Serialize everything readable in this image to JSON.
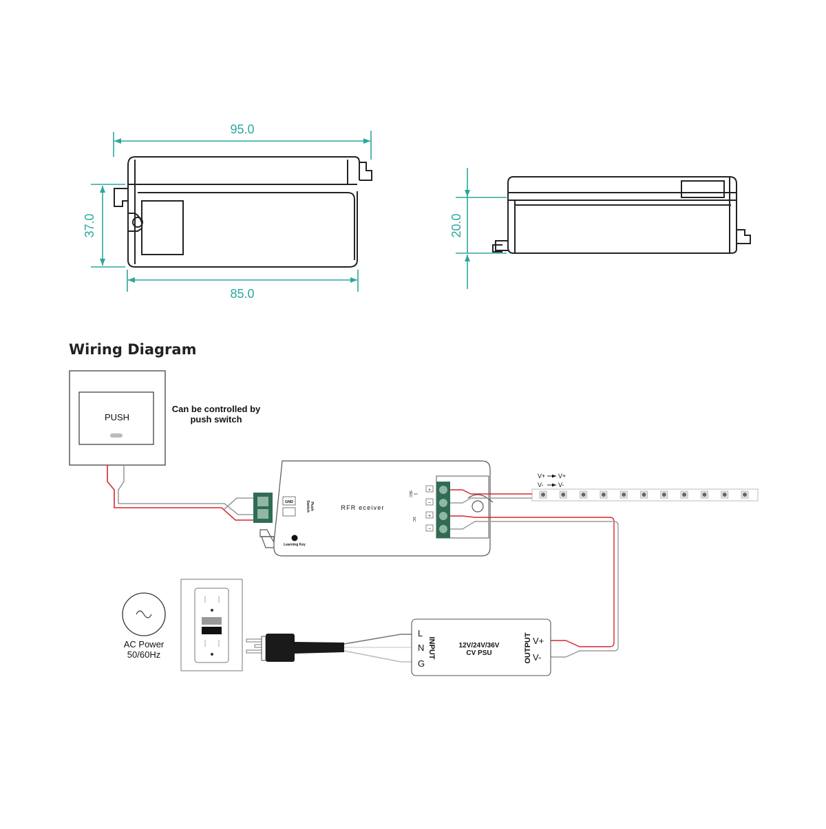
{
  "dimensions": {
    "top_width": "95.0",
    "bottom_width": "85.0",
    "height_left": "37.0",
    "height_side": "20.0"
  },
  "wiring": {
    "heading": "Wiring Diagram",
    "push_button_label": "PUSH",
    "push_note_line1": "Can be controlled by",
    "push_note_line2": "push switch",
    "receiver_title": "RFR eceiver",
    "gnd_label": "GND",
    "push_switch_label_1": "Push",
    "push_switch_label_2": "Switch",
    "learning_key": "Learning Key",
    "sec_label": "SEC",
    "sec_num": "1",
    "dc_label": "DC",
    "terminal_plus": "+",
    "terminal_minus": "−",
    "strip_vplus": "V+",
    "strip_vminus": "V-",
    "strip_arrow_plus": "V+",
    "strip_arrow_minus": "V-",
    "ac_power_1": "AC Power",
    "ac_power_2": "50/60Hz",
    "psu_l": "L",
    "psu_n": "N",
    "psu_g": "G",
    "psu_input": "INPUT",
    "psu_output": "OUTPUT",
    "psu_model_1": "12V/24V/36V",
    "psu_model_2": "CV PSU",
    "psu_vplus": "V+",
    "psu_vminus": "V-"
  },
  "colors": {
    "dimension_teal": "#2aa79b",
    "wire_red": "#d6262c",
    "wire_grey": "#9a9a9a",
    "terminal_green": "#2f6b55",
    "outline": "#222222"
  }
}
